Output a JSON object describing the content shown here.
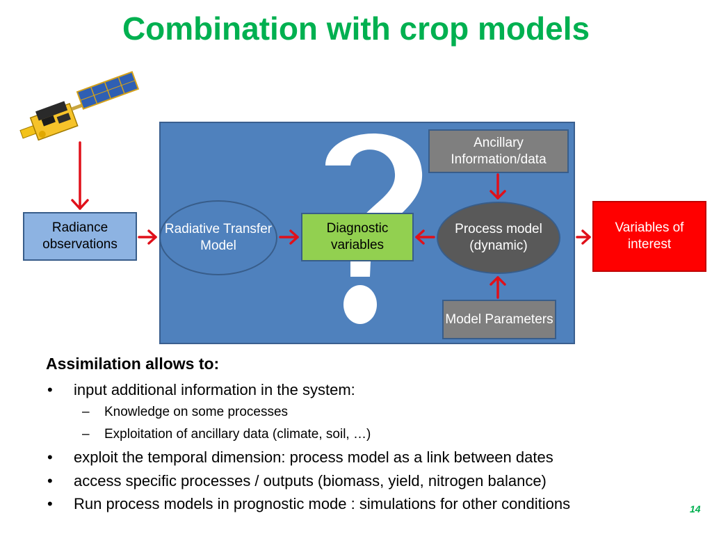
{
  "title": "Combination with crop models",
  "diagram": {
    "radiance": "Radiance observations",
    "rtm": "Radiative Transfer Model",
    "diagnostic": "Diagnostic variables",
    "process": "Process model (dynamic)",
    "ancillary": "Ancillary Information/data",
    "parameters": "Model Parameters",
    "variables": "Variables of interest"
  },
  "heading": "Assimilation allows to:",
  "bullets": [
    "input additional information in the system:",
    "Knowledge on some processes",
    "Exploitation of ancillary data (climate, soil, …)",
    "exploit the temporal dimension: process model as a link between dates",
    "access specific processes / outputs (biomass, yield, nitrogen balance)",
    "Run process models in prognostic mode : simulations for other conditions"
  ],
  "page_number": "14",
  "colors": {
    "title": "#00b050",
    "panel": "#4f81bd",
    "arrow": "#e0101a",
    "diagnostic": "#92d050",
    "variables": "#ff0000"
  }
}
